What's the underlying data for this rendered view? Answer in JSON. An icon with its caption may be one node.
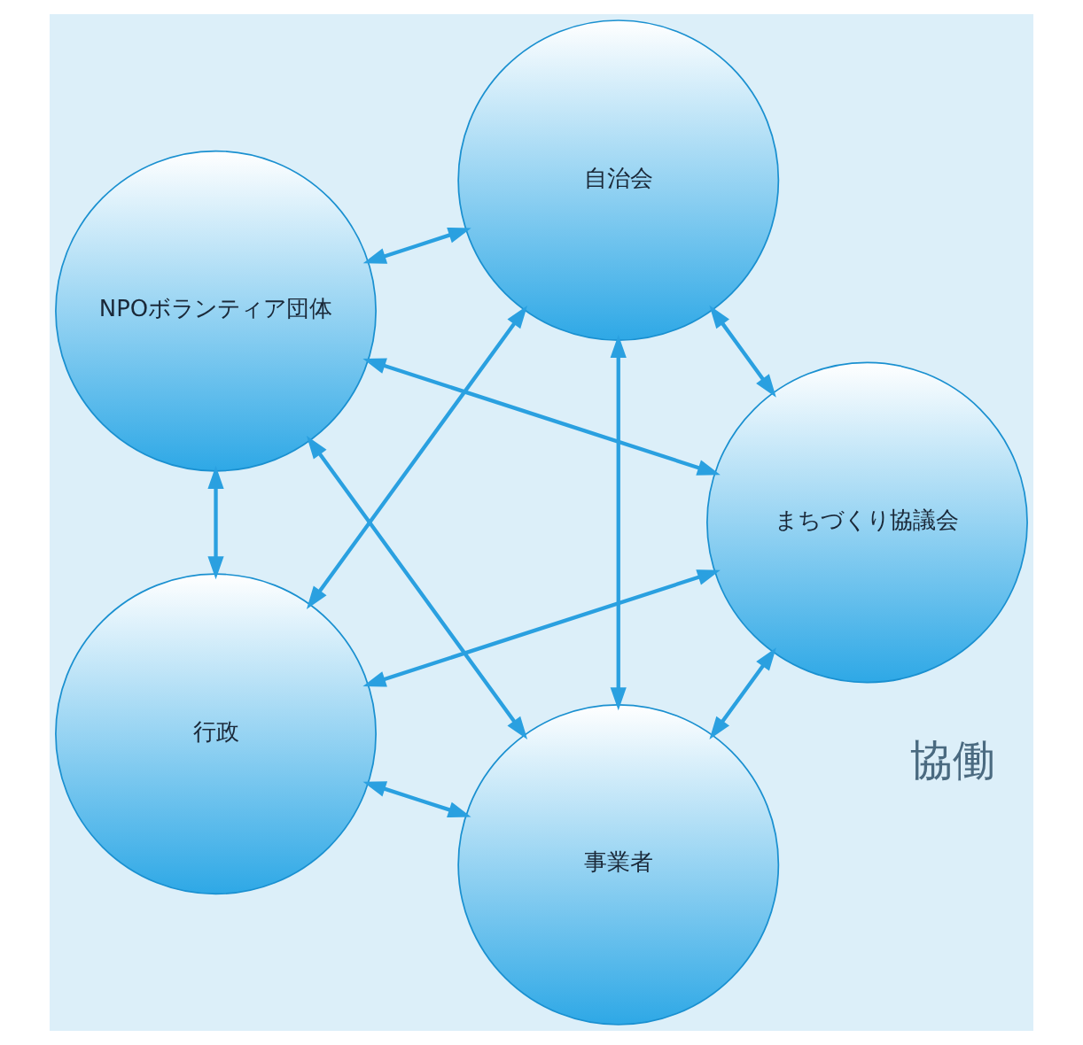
{
  "diagram": {
    "nodes": [
      {
        "text": [
          "事業者"
        ]
      },
      {
        "text": [
          "まちづくり協議会"
        ]
      },
      {
        "text": [
          "NPOボランティア団体"
        ]
      },
      {
        "text": [
          "自治会"
        ]
      },
      {
        "text": [
          "行政"
        ]
      }
    ],
    "edges": [
      {
        "from": 0,
        "to": 1,
        "arrow": "both"
      },
      {
        "from": 0,
        "to": 2,
        "arrow": "both"
      },
      {
        "from": 0,
        "to": 3,
        "arrow": "both"
      },
      {
        "from": 0,
        "to": 4,
        "arrow": "both"
      },
      {
        "from": 1,
        "to": 2,
        "arrow": "both"
      },
      {
        "from": 1,
        "to": 3,
        "arrow": "both"
      },
      {
        "from": 1,
        "to": 4,
        "arrow": "both"
      },
      {
        "from": 2,
        "to": 3,
        "arrow": "both"
      },
      {
        "from": 2,
        "to": 4,
        "arrow": "both"
      },
      {
        "from": 3,
        "to": 4,
        "arrow": "both"
      }
    ],
    "labels": [
      "協働"
    ]
  }
}
